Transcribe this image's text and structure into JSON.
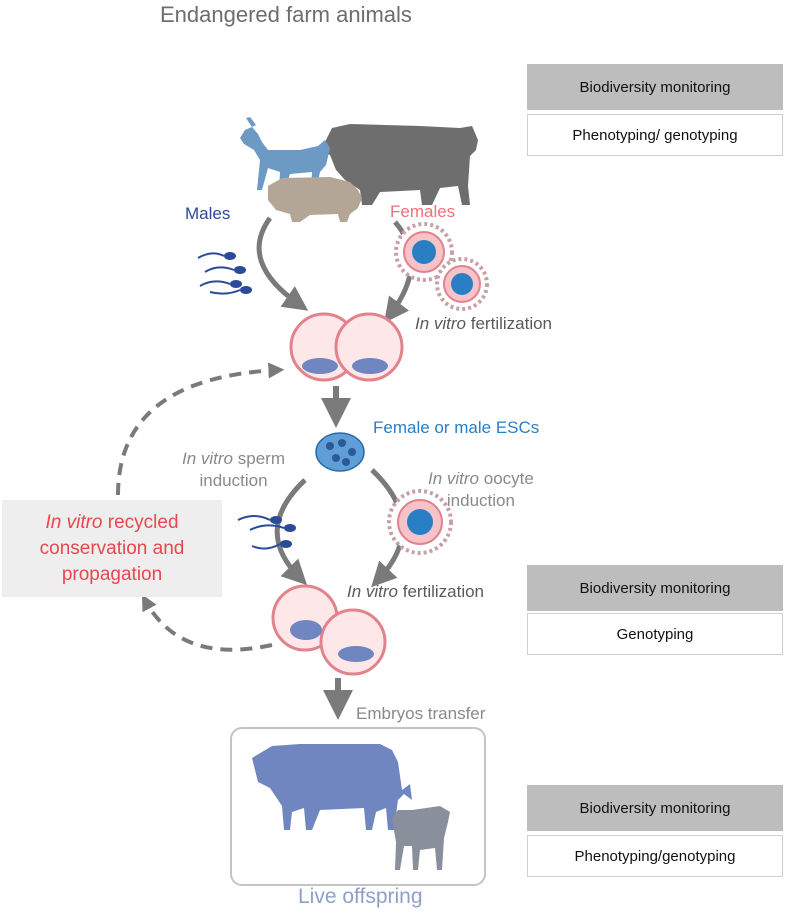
{
  "title": "Endangered farm animals",
  "labels": {
    "males": "Males",
    "females": "Females",
    "ivf1_italic": "In vitro",
    "ivf1_rest": " fertilization",
    "escs": "Female or male ESCs",
    "sperm_italic": "In vitro",
    "sperm_rest1": " sperm",
    "sperm_rest2": "induction",
    "oocyte_italic": "In vitro",
    "oocyte_rest1": " oocyte",
    "oocyte_rest2": "induction",
    "ivf2_italic": "In vitro",
    "ivf2_rest": " fertilization",
    "embryos_transfer": "Embryos transfer",
    "live_offspring": "Live offspring"
  },
  "recycled": {
    "italic": "In vitro",
    "rest1": " recycled",
    "line2": "conservation and",
    "line3": "propagation"
  },
  "panels": [
    {
      "header": "Biodiversity monitoring",
      "body": "Phenotyping/ genotyping"
    },
    {
      "header": "Biodiversity monitoring",
      "body": "Genotyping"
    },
    {
      "header": "Biodiversity monitoring",
      "body": "Phenotyping/genotyping"
    }
  ],
  "colors": {
    "arrow": "#7a7a7a",
    "males": "#2c4a9a",
    "females": "#f0707a",
    "escs_text": "#2a7fc4",
    "recycled_text": "#e8474d",
    "goat": "#6d9ac4",
    "cow_dark": "#6e6e6e",
    "pig": "#b3a697",
    "offspring": "#6f86c0",
    "calf": "#8a8f9c",
    "live_text": "#8fa0c8"
  }
}
